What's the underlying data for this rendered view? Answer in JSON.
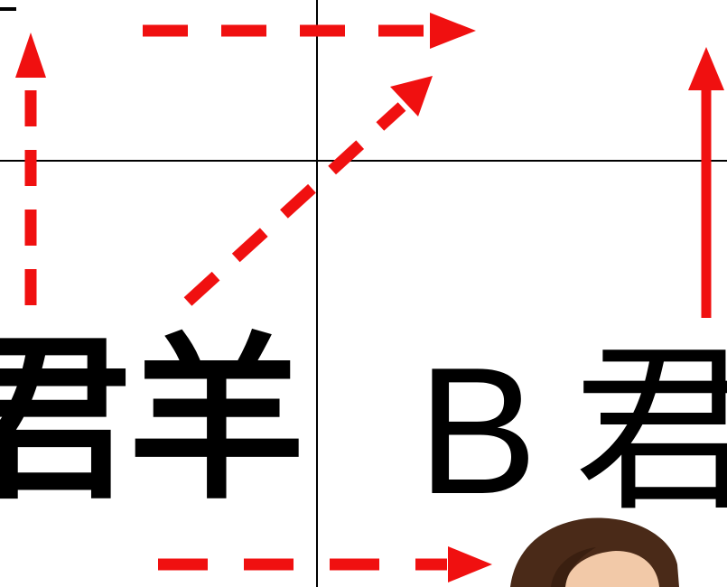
{
  "diagram": {
    "left_label": "君羊",
    "right_label": "B君",
    "colors": {
      "arrow": "#f01010",
      "grid_line": "#000000",
      "text": "#000000",
      "hair": "#4a2a18",
      "skin": "#f2c9a8"
    },
    "arrows": [
      {
        "id": "left-vertical-dashed-arrow",
        "style": "dashed",
        "direction": "up"
      },
      {
        "id": "top-horizontal-dashed-arrow",
        "style": "dashed",
        "direction": "right"
      },
      {
        "id": "diagonal-dashed-arrow",
        "style": "dashed",
        "direction": "up-right"
      },
      {
        "id": "right-vertical-solid-arrow",
        "style": "solid",
        "direction": "up"
      },
      {
        "id": "bottom-horizontal-dashed-arrow",
        "style": "dashed",
        "direction": "right"
      }
    ]
  }
}
